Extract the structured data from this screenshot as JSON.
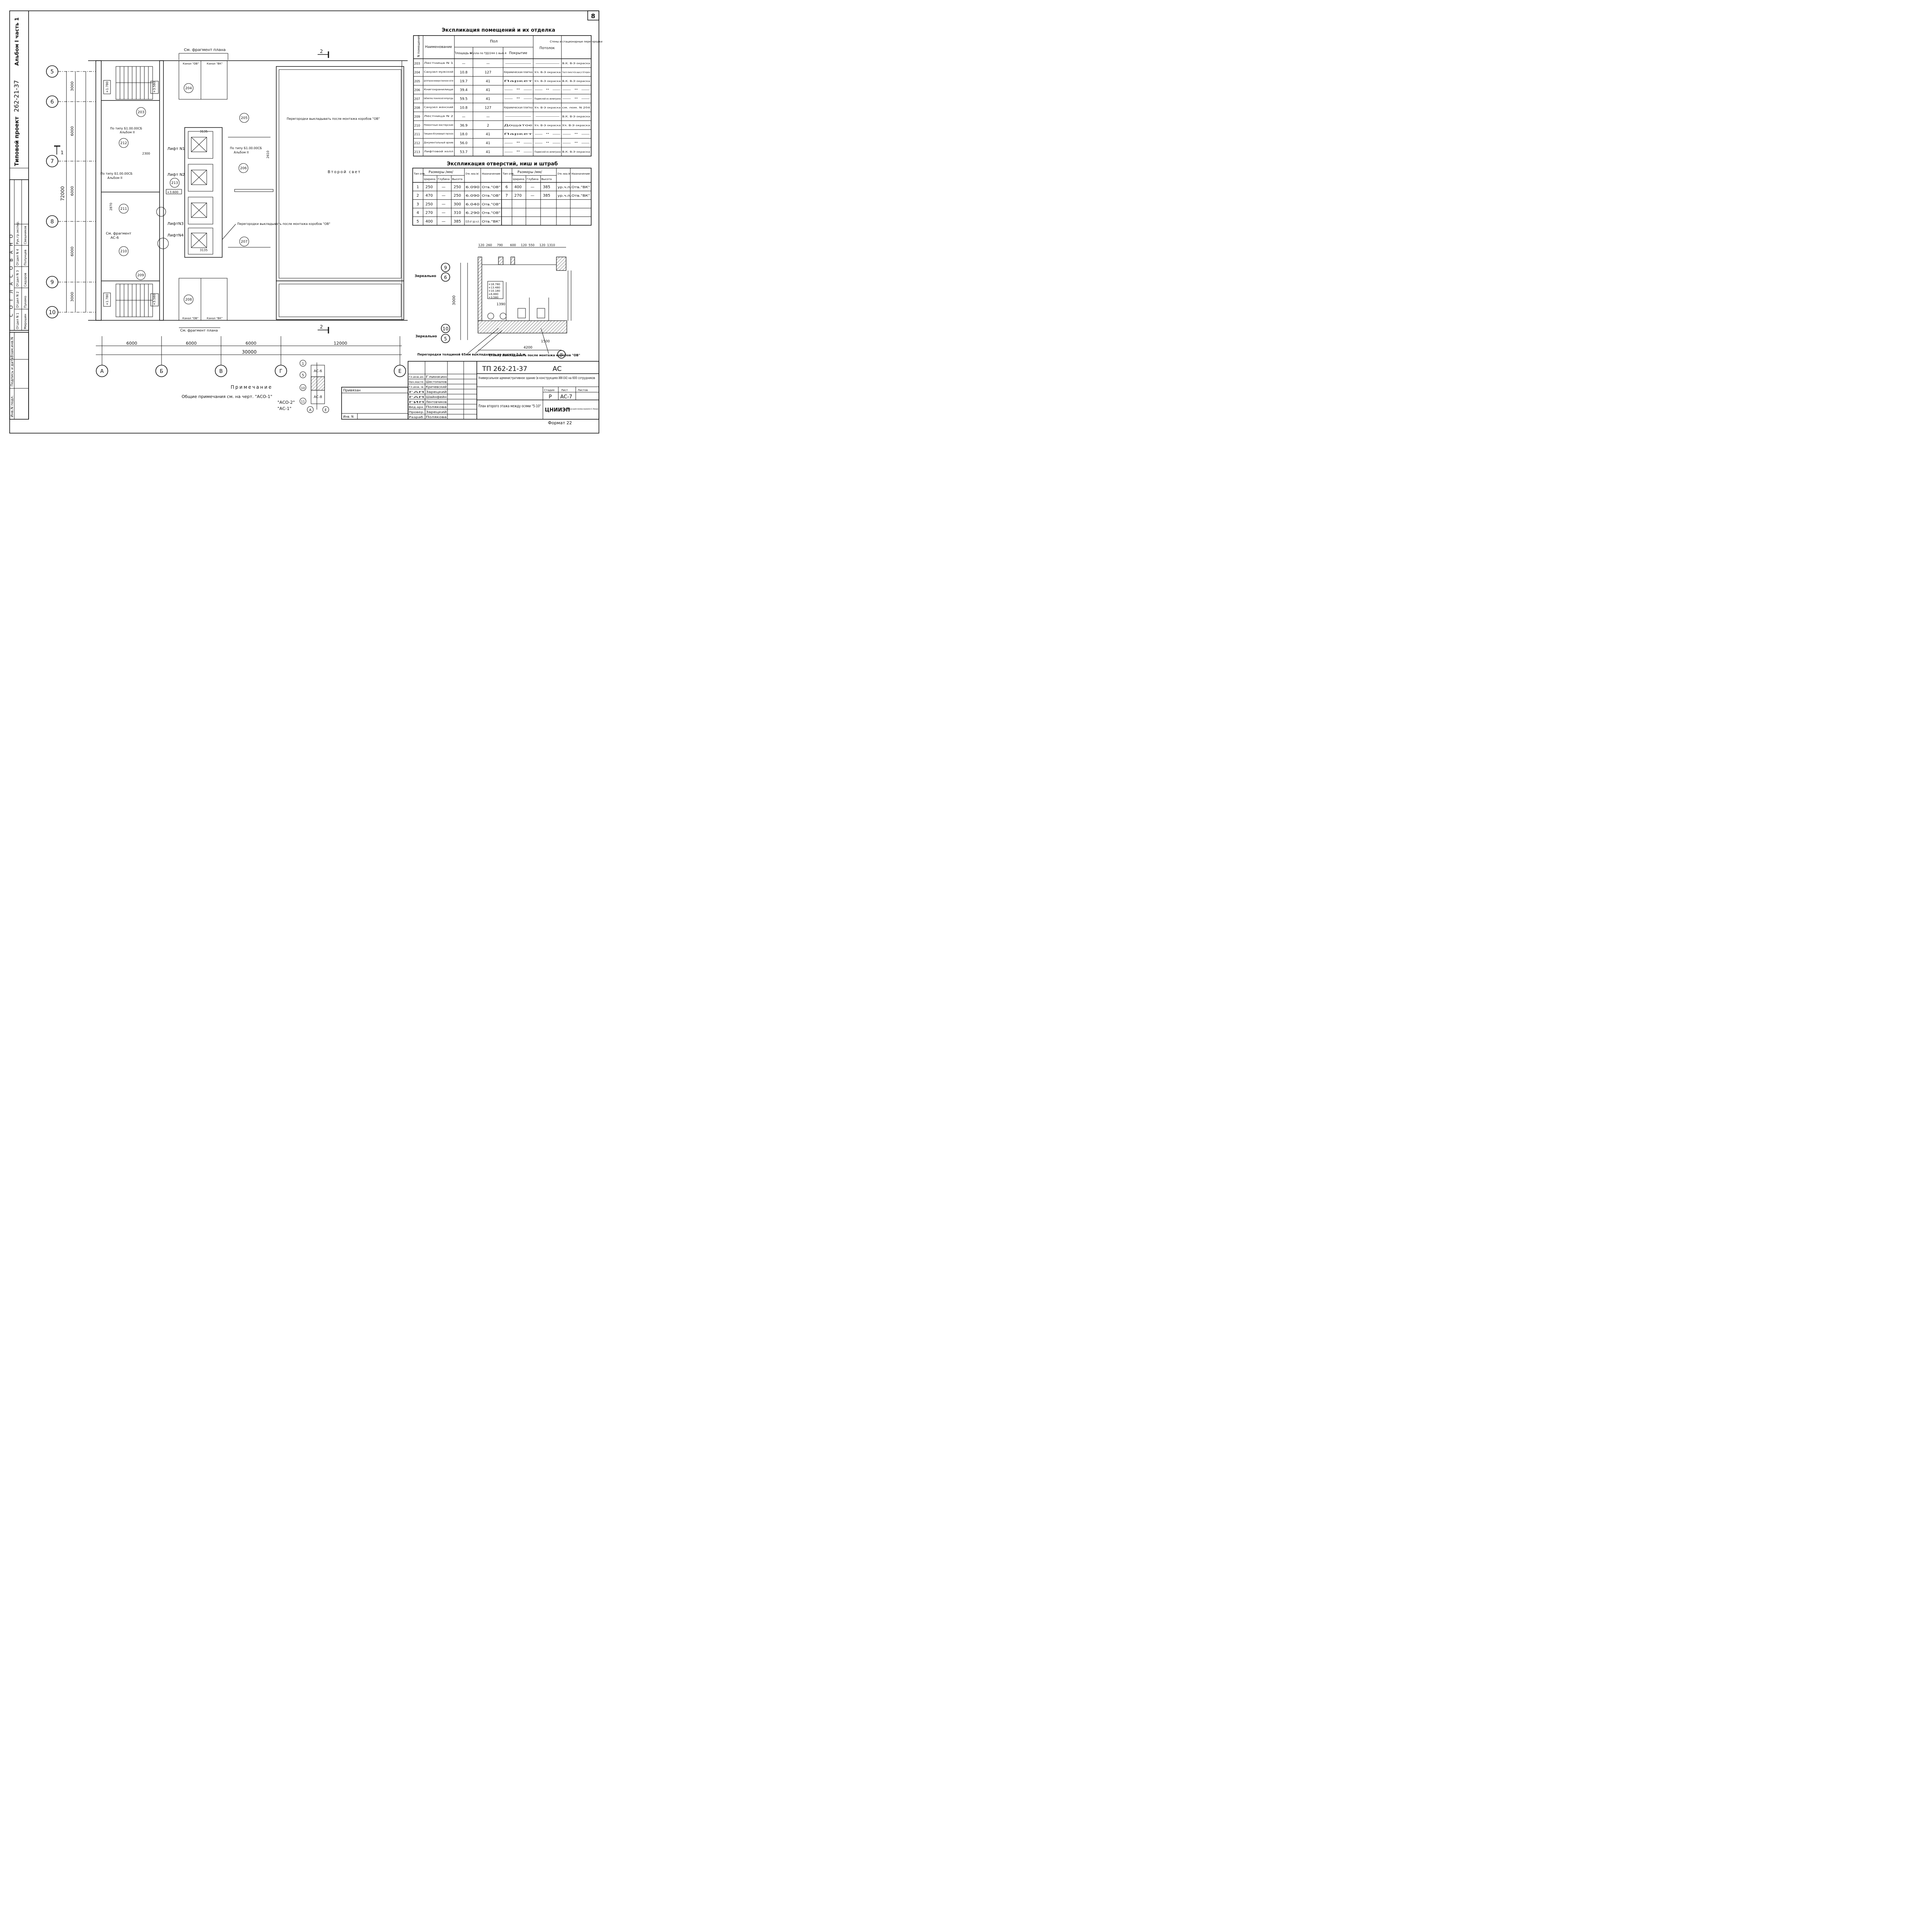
{
  "sheet_number": "8",
  "left_strip": {
    "album": "Альбом I часть 1",
    "project_label": "Типовой проект",
    "project_number": "262-21-37",
    "approval_title": "С О Г Л А С О В А Н О",
    "approval_rows": [
      {
        "dept": "Отдел N 1",
        "name": "Мирошин"
      },
      {
        "dept": "Отдел N 2",
        "name": "Пукемо"
      },
      {
        "dept": "Отдел N 3",
        "name": "Сидоров"
      },
      {
        "dept": "Отдел N 4",
        "name": "Полунцев"
      },
      {
        "dept": "Рук.гр.экспер.",
        "name": "Свешников"
      }
    ],
    "inv_fields": [
      "Инв.N подл.",
      "Подпись и дата",
      "Взам.инв.N"
    ]
  },
  "room_table": {
    "title": "Экспликация помещений и их отделка",
    "headers": {
      "num": "N помещения",
      "name": "Наименование",
      "floor": "Пол",
      "area": "Площадь м²",
      "node": "N узла по ТД2244-1 вып.4",
      "cover": "Покрытие",
      "ceiling": "Потолок",
      "walls": "Стены и стационарные перегородки"
    },
    "rows": [
      {
        "num": "203",
        "name": "Лестница N 1",
        "area": "—",
        "node": "—",
        "cover": "—",
        "ceiling": "—",
        "walls": "В.К. В-Э окраска"
      },
      {
        "num": "204",
        "name": "Санузел мужской",
        "area": "10.8",
        "node": "127",
        "cover": "Керамическая плитка",
        "ceiling": "Ул. В-Э окраска",
        "walls": "Глаз.пл.-панель h=2м, выше ул. В-Э окраска"
      },
      {
        "num": "205",
        "name": "Диспетчерская инженерно-технических систем",
        "area": "19.7",
        "node": "41",
        "cover": "Паркет",
        "ceiling": "Ул. В-Э окраска",
        "walls": "В.К. В-Э окраска"
      },
      {
        "num": "206",
        "name": "Книгохранилище",
        "area": "39.4",
        "node": "41",
        "cover": "— \" —",
        "ceiling": "— \" —",
        "walls": "— \" —"
      },
      {
        "num": "207",
        "name": "Библиотека технической литературы",
        "area": "59.5",
        "node": "41",
        "cover": "— \" —",
        "ceiling": "Подвесной из акмиграна",
        "walls": "— \" —"
      },
      {
        "num": "208",
        "name": "Санузел женский",
        "area": "10.8",
        "node": "127",
        "cover": "Керамическая плитка",
        "ceiling": "Ул. В-Э окраска",
        "walls": "см. пом. N 204"
      },
      {
        "num": "209",
        "name": "Лестница N 2",
        "area": "—",
        "node": "—",
        "cover": "—",
        "ceiling": "—",
        "walls": "В.К. В-Э окраска"
      },
      {
        "num": "210",
        "name": "Ремонтные мастерские",
        "area": "36.9",
        "node": "2",
        "cover": "Дощатое",
        "ceiling": "Ул. В-Э окраска",
        "walls": "Ул. В-Э окраска"
      },
      {
        "num": "211",
        "name": "Помещение обслуживающего персонала",
        "area": "18.0",
        "node": "41",
        "cover": "Паркет",
        "ceiling": "— \" —",
        "walls": "— \" —"
      },
      {
        "num": "212",
        "name": "Документальный архив",
        "area": "56.0",
        "node": "41",
        "cover": "— \" —",
        "ceiling": "— \" —",
        "walls": "— \" —"
      },
      {
        "num": "213",
        "name": "Лифтовой холл",
        "area": "53.7",
        "node": "41",
        "cover": "— \" —",
        "ceiling": "Подвесной из акмиграна",
        "walls": "В.К. В-Э окраска"
      }
    ]
  },
  "openings_table": {
    "title": "Экспликация отверстий, ниш и штраб",
    "headers": {
      "type": "Тип отв.",
      "sizes": "Размеры /мм/",
      "width": "Ширина",
      "depth": "Глубина",
      "height": "Высота",
      "mark": "Отм. низа /м/",
      "purpose": "Назначение"
    },
    "left": [
      {
        "type": "1",
        "width": "250",
        "depth": "—",
        "height": "250",
        "mark": "6.090",
        "purpose": "Отв.\"ОВ\""
      },
      {
        "type": "2",
        "width": "470",
        "depth": "—",
        "height": "250",
        "mark": "6.090",
        "purpose": "Отв.\"ОВ\""
      },
      {
        "type": "3",
        "width": "250",
        "depth": "—",
        "height": "300",
        "mark": "6.040",
        "purpose": "Отв.\"ОВ\""
      },
      {
        "type": "4",
        "width": "270",
        "depth": "—",
        "height": "310",
        "mark": "6.290",
        "purpose": "Отв.\"ОВ\""
      },
      {
        "type": "5",
        "width": "400",
        "depth": "—",
        "height": "385",
        "mark": "0.8 от ур.ч.п.",
        "purpose": "Отв.\"ВК\""
      }
    ],
    "right": [
      {
        "type": "6",
        "width": "400",
        "depth": "—",
        "height": "385",
        "mark": "ур.ч.п.",
        "purpose": "Отв.\"ВК\""
      },
      {
        "type": "7",
        "width": "270",
        "depth": "—",
        "height": "385",
        "mark": "ур.ч.п.",
        "purpose": "Отв.\"ВК\""
      }
    ]
  },
  "plan": {
    "top_fragment_note": "См. фрагмент плана",
    "bottom_fragment_note": "См. фрагмент плана",
    "section_mark": "2",
    "section_mark_1": "1",
    "row_axes": [
      "5",
      "6",
      "7",
      "8",
      "9",
      "10"
    ],
    "col_axes": [
      "А",
      "Б",
      "В",
      "Г",
      "Е"
    ],
    "row_dims": [
      "3000",
      "6000",
      "6000",
      "6000",
      "3000"
    ],
    "total_row_dim": "72000",
    "col_dims": [
      "6000",
      "6000",
      "6000",
      "12000"
    ],
    "total_col_dim": "30000",
    "second_light": "Второй свет",
    "lifts": [
      "Лифт N1",
      "Лифт N2",
      "ЛифтN3",
      "ЛифтN4"
    ],
    "room_numbers": [
      "203",
      "204",
      "205",
      "206",
      "207",
      "208",
      "209",
      "210",
      "211",
      "212",
      "213"
    ],
    "elev_top": "+3.580",
    "elev_mid": "+3.600",
    "elev_stair": "+1.780",
    "note_partitions": "Перегородки выкладывать после монтажа коробов \"ОВ\"",
    "note_partitions_2": "Перегородки выкладывать после монтажа коробов \"ОВ\"",
    "note_type_1": "По типу Б1.00.00СБ",
    "note_type_1_album": "Альбом II",
    "note_type_2": "По типу Б1.00.00СБ",
    "note_type_2_album": "Альбом II",
    "note_fragment": "См. фрагмент",
    "note_fragment_ref": "АС-6",
    "canal_ov": "Канал \"ОВ\"",
    "canal_vk": "Канал \"ВК\"",
    "dim_3135": "3135",
    "dim_2610": "2610",
    "dim_2870": "2870",
    "dim_2300": "2300"
  },
  "fragment": {
    "mirror_label": "Зеркально",
    "axes_top": [
      "9",
      "6"
    ],
    "axes_bottom": [
      "10",
      "5"
    ],
    "axis_letter": "В",
    "dims_top": [
      "120",
      "260",
      "790",
      "600",
      "120",
      "550",
      "120",
      "1310"
    ],
    "elevations": [
      "+16.780",
      "+13.480",
      "+10.180",
      "+6.880",
      "+3.580"
    ],
    "dim_4200": "4200",
    "dim_1500": "1500",
    "dim_1390": "1390",
    "dim_3000": "3000",
    "note_partitions": "Перегородки толщиной 65мм выкладывать на высоту 2.1 м",
    "note_wall": "Стенку выкладывать после монтажа коробов \"ОВ\""
  },
  "key_plan": {
    "labels": [
      "АС-6",
      "АС-8"
    ],
    "axes": [
      "1",
      "5",
      "10",
      "11"
    ],
    "letters": [
      "А",
      "Е"
    ]
  },
  "notes": {
    "title": "Примечание",
    "text": "Общие примечания см. на черт. \"АСО-1\"",
    "refs": [
      "\"АСО-2\"",
      "\"АС-1\""
    ]
  },
  "binding": {
    "label": "Привязан",
    "inv": "Инв. N"
  },
  "title_block": {
    "code": "ТП 262-21-37",
    "mark": "АС",
    "project_title": "Универсальное административное здание (в конструкциях ИИ-04) на 600 сотрудников",
    "stage_label": "Стадия",
    "sheet_label": "Лист",
    "sheets_label": "Листов",
    "stage": "Р",
    "sheet": "АС-7",
    "drawing_title": "План второго этажа между осями \"5-10\"",
    "org_code": "ЦНИИЭП",
    "org_name": "зрелищных зданий и спортивных сооружений им. Б.С. Мезенцева",
    "format": "Формат 22",
    "staff": [
      {
        "role": "Гл.инж.ин.",
        "name": "Глинкин"
      },
      {
        "role": "Нач.масте.",
        "name": "Шестопалов"
      },
      {
        "role": "Гл.инж.-м.",
        "name": "Кричевский"
      },
      {
        "role": "ГАП",
        "name": "Зарецкий"
      },
      {
        "role": "ГАП",
        "name": "Шайнфейн"
      },
      {
        "role": "ГИП",
        "name": "Лентовчиков"
      },
      {
        "role": "Вед.арх.",
        "name": "Полякова"
      },
      {
        "role": "Провер.",
        "name": "Зарецкий"
      },
      {
        "role": "Разраб.",
        "name": "Полякова"
      }
    ]
  }
}
